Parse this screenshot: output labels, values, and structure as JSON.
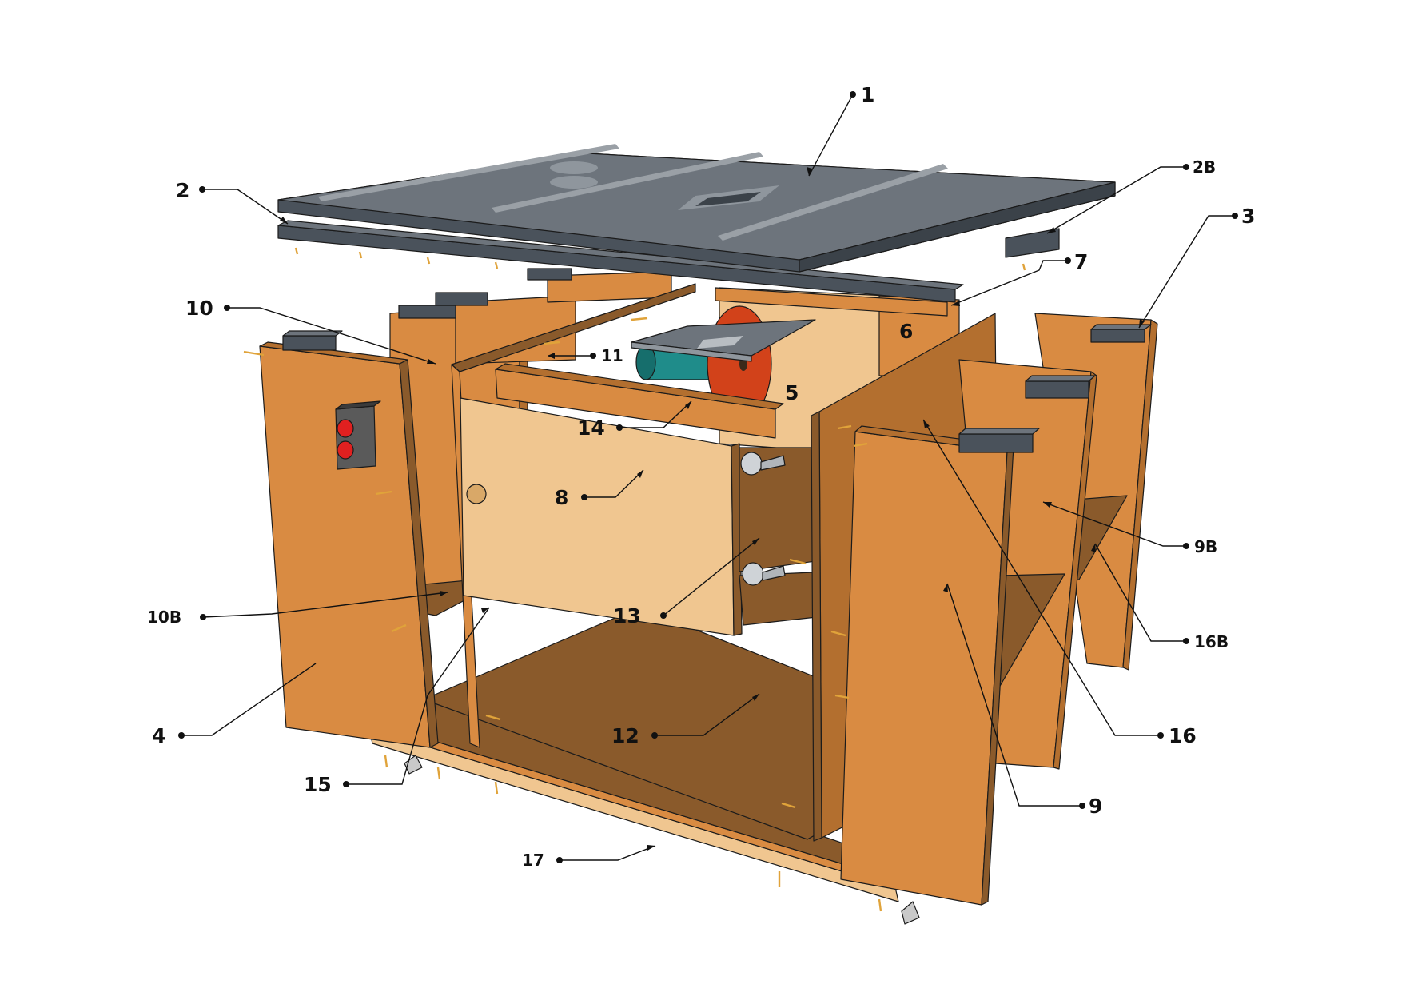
{
  "labels": {
    "l1": "1",
    "l2": "2",
    "l2b": "2B",
    "l3": "3",
    "l4": "4",
    "l5": "5",
    "l6": "6",
    "l7": "7",
    "l8": "8",
    "l9": "9",
    "l9b": "9B",
    "l10": "10",
    "l10b": "10B",
    "l11": "11",
    "l12": "12",
    "l13": "13",
    "l14": "14",
    "l15": "15",
    "l16": "16",
    "l16b": "16B",
    "l17": "17"
  },
  "colors": {
    "top_steel": "#4a525b",
    "panel_wood": "#d98b42",
    "panel_dark": "#8a5a2b",
    "panel_light": "#f0c690",
    "blade": "#d2421a",
    "motor": "#1f8c8a",
    "switch_red": "#e02020"
  },
  "icons": {
    "switch_box": "switch-box-icon",
    "saw_blade": "saw-blade-icon",
    "motor": "motor-icon",
    "knob": "knob-icon"
  }
}
